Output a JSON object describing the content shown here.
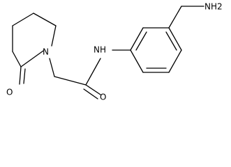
{
  "molecule": {
    "atom_labels": {
      "oxygen_ketone": "O",
      "ring_nitrogen": "N",
      "amide_nh": "NH",
      "amide_oxygen": "O",
      "amine": "NH2"
    }
  },
  "colors": {
    "bond": "#000000",
    "background": "#ffffff"
  }
}
